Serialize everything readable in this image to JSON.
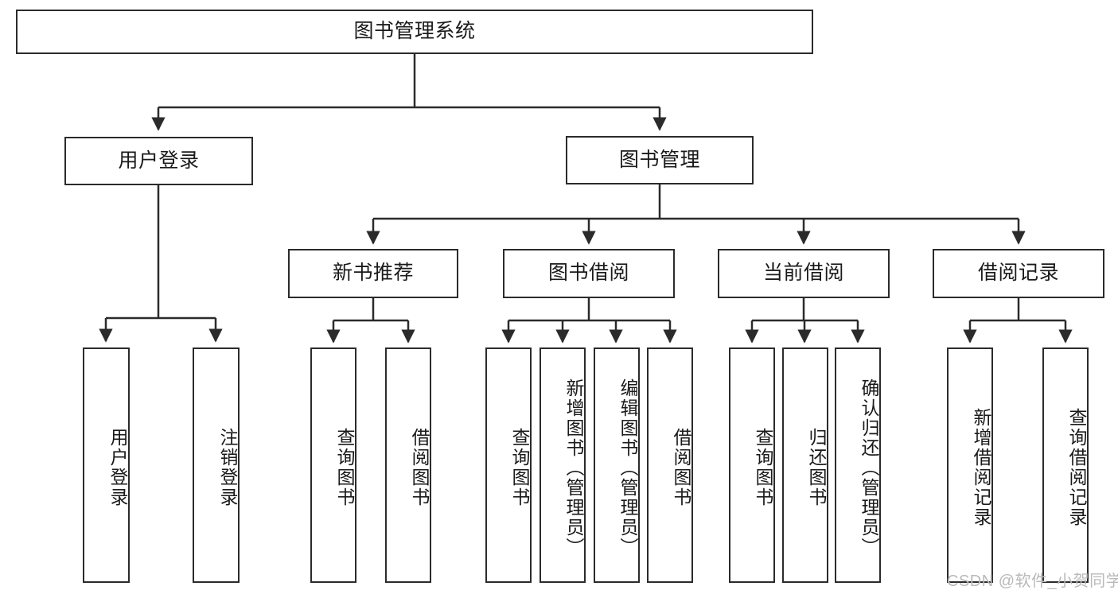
{
  "diagram": {
    "type": "tree-hierarchy-diagram",
    "title": "图书管理系统",
    "watermark": "CSDN @软件_小贺同学",
    "colors": {
      "stroke": "#2b2b2b",
      "fill": "#ffffff",
      "text": "#1a1a1a",
      "watermark": "#b9b9b9"
    },
    "root": {
      "label": "图书管理系统"
    },
    "level2": [
      {
        "label": "用户登录"
      },
      {
        "label": "图书管理"
      }
    ],
    "level3": [
      {
        "label": "新书推荐"
      },
      {
        "label": "图书借阅"
      },
      {
        "label": "当前借阅"
      },
      {
        "label": "借阅记录"
      }
    ],
    "leaves": {
      "user_login": [
        {
          "label": "用户登录"
        },
        {
          "label": "注销登录"
        }
      ],
      "new_book_recommend": [
        {
          "label": "查询图书"
        },
        {
          "label": "借阅图书"
        }
      ],
      "book_borrow": [
        {
          "label": "查询图书"
        },
        {
          "label": "新增图书（管理员）"
        },
        {
          "label": "编辑图书（管理员）"
        },
        {
          "label": "借阅图书"
        }
      ],
      "current_borrow": [
        {
          "label": "查询图书"
        },
        {
          "label": "归还图书"
        },
        {
          "label": "确认归还（管理员）"
        }
      ],
      "borrow_record": [
        {
          "label": "新增借阅记录"
        },
        {
          "label": "查询借阅记录"
        }
      ]
    }
  }
}
